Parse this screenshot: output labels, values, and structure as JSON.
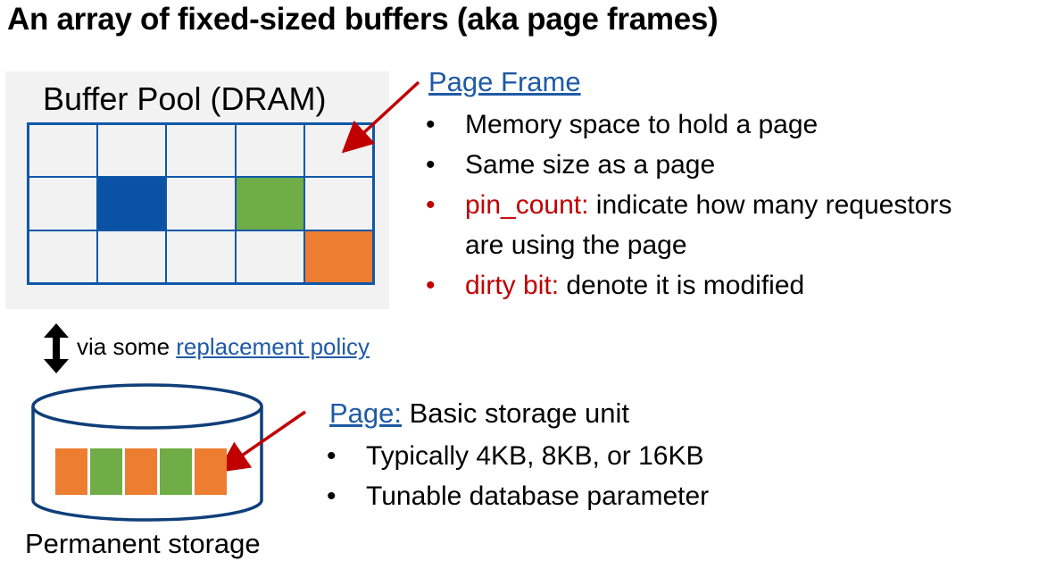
{
  "title": "An array of fixed-sized buffers (aka page frames)",
  "buffer_pool": {
    "label": "Buffer Pool (DRAM)",
    "rows": 3,
    "cols": 5,
    "filled_cells": [
      {
        "row": 1,
        "col": 1,
        "color": "#0a52a6"
      },
      {
        "row": 1,
        "col": 3,
        "color": "#70ad47"
      },
      {
        "row": 2,
        "col": 4,
        "color": "#ed7d31"
      }
    ],
    "background": "#f2f2f2",
    "grid_color": "#0f58a8"
  },
  "page_frame": {
    "heading": "Page Frame",
    "bullets": [
      {
        "key": "",
        "text": "Memory space to hold a page"
      },
      {
        "key": "",
        "text": "Same size as a page"
      },
      {
        "key": "pin_count:",
        "text": " indicate how many requestors"
      },
      {
        "key": "",
        "text": "are using the page"
      },
      {
        "key": "dirty bit:",
        "text": " denote it is modified"
      }
    ]
  },
  "replacement": {
    "prefix": "via some ",
    "link": "replacement policy"
  },
  "storage": {
    "label": "Permanent storage",
    "blocks": [
      "#ed7d31",
      "#70ad47",
      "#ed7d31",
      "#70ad47",
      "#ed7d31"
    ]
  },
  "page": {
    "heading": "Page:",
    "heading_rest": " Basic storage unit",
    "bullets": [
      "Typically 4KB, 8KB, or 16KB",
      "Tunable database parameter"
    ]
  },
  "colors": {
    "accent_red": "#c00000",
    "link_blue": "#1f5aa6",
    "arrow_red": "#c00000"
  },
  "icons": {
    "bullet": "•",
    "double_arrow": "double-arrow-icon"
  }
}
